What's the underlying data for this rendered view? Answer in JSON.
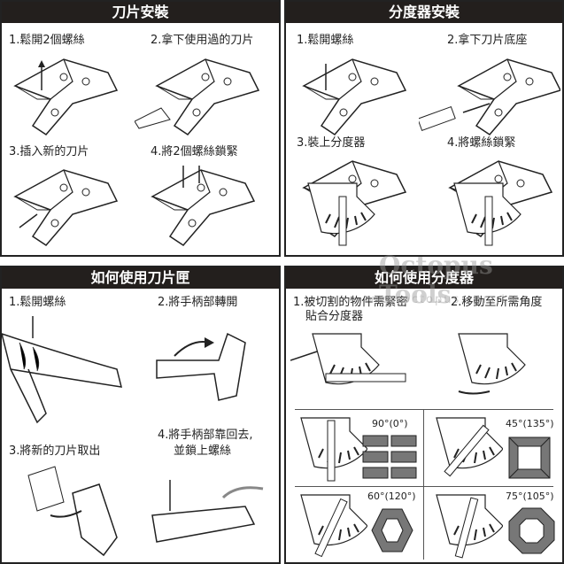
{
  "panels": [
    {
      "title": "刀片安裝",
      "steps": [
        "1.鬆開2個螺絲",
        "2.拿下使用過的刀片",
        "3.插入新的刀片",
        "4.將2個螺絲鎖緊"
      ]
    },
    {
      "title": "分度器安裝",
      "steps": [
        "1.鬆開螺絲",
        "2.拿下刀片底座",
        "3.裝上分度器",
        "4.將螺絲鎖緊"
      ]
    },
    {
      "title": "如何使用刀片匣",
      "steps": [
        "1.鬆開螺絲",
        "2.將手柄部轉開",
        "3.將新的刀片取出",
        "4.將手柄部靠回去,",
        "並鎖上螺絲"
      ]
    },
    {
      "title": "如何使用分度器",
      "steps": [
        "1.被切割的物件需緊密",
        "貼合分度器",
        "2.移動至所需角度"
      ],
      "angles": [
        "90°(0°)",
        "45°(135°)",
        "60°(120°)",
        "75°(105°)"
      ]
    }
  ],
  "watermark": {
    "brand": "Octopus Tools",
    "url": "www.octopus.com.tw"
  }
}
